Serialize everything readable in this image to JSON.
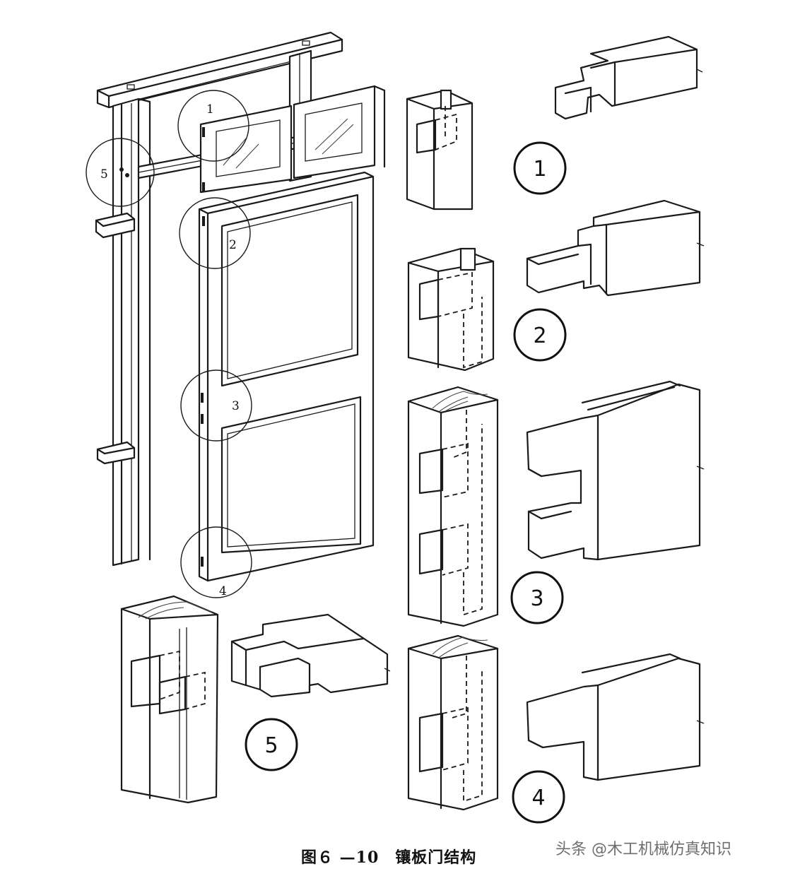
{
  "figure": {
    "caption": "图６ —10　镶板门结构",
    "watermark": "头条 @木工机械仿真知识"
  },
  "door_callouts": [
    {
      "id": "1",
      "label": "1"
    },
    {
      "id": "2",
      "label": "2"
    },
    {
      "id": "3",
      "label": "3"
    },
    {
      "id": "4",
      "label": "4"
    },
    {
      "id": "5",
      "label": "5"
    }
  ],
  "detail_badges": [
    {
      "id": "1",
      "label": "1"
    },
    {
      "id": "2",
      "label": "2"
    },
    {
      "id": "3",
      "label": "3"
    },
    {
      "id": "4",
      "label": "4"
    },
    {
      "id": "5",
      "label": "5"
    }
  ]
}
